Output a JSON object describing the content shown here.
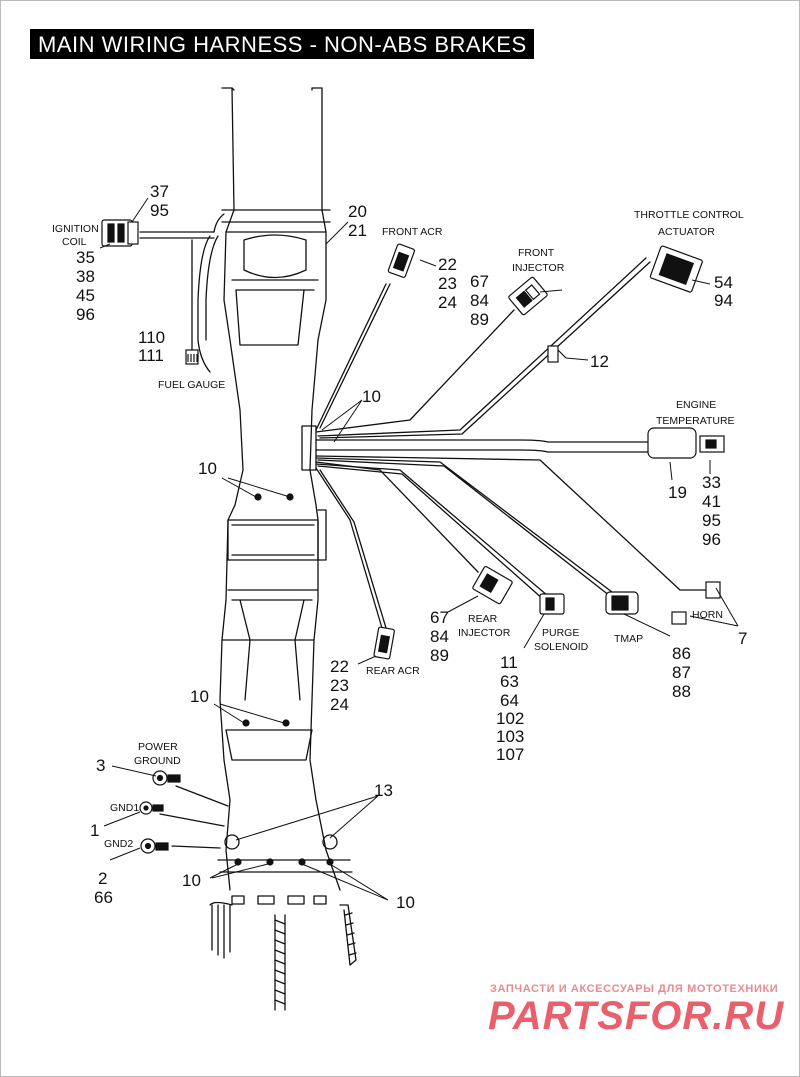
{
  "title": "MAIN WIRING HARNESS - NON-ABS BRAKES",
  "callouts": {
    "ignition_coil": {
      "label_line1": "IGNITION",
      "label_line2": "COIL",
      "refs_top": [
        "37",
        "95"
      ],
      "refs_bottom": [
        "35",
        "38",
        "45",
        "96"
      ]
    },
    "fuel_gauge": {
      "label": "FUEL GAUGE",
      "refs": [
        "110",
        "111"
      ]
    },
    "frame_clip": {
      "refs": [
        "20",
        "21"
      ]
    },
    "front_acr": {
      "label": "FRONT ACR",
      "refs": [
        "22",
        "23",
        "24"
      ]
    },
    "front_injector": {
      "label_line1": "FRONT",
      "label_line2": "INJECTOR",
      "refs": [
        "67",
        "84",
        "89"
      ]
    },
    "throttle_control_actuator": {
      "label_line1": "THROTTLE CONTROL",
      "label_line2": "ACTUATOR",
      "refs": [
        "54",
        "94"
      ]
    },
    "clip_12": {
      "refs": [
        "12"
      ]
    },
    "cable_strap_10": {
      "ref": "10"
    },
    "engine_temperature": {
      "label_line1": "ENGINE",
      "label_line2": "TEMPERATURE",
      "refs": [
        "33",
        "41",
        "95",
        "96"
      ],
      "ref_body": "19"
    },
    "rear_injector": {
      "label_line1": "REAR",
      "label_line2": "INJECTOR",
      "refs": [
        "67",
        "84",
        "89"
      ]
    },
    "purge_solenoid": {
      "label_line1": "PURGE",
      "label_line2": "SOLENOID",
      "refs": [
        "11",
        "63",
        "64",
        "102",
        "103",
        "107"
      ]
    },
    "tmap": {
      "label": "TMAP",
      "refs": [
        "86",
        "87",
        "88"
      ]
    },
    "horn": {
      "label": "HORN",
      "ref": "7"
    },
    "rear_acr": {
      "label": "REAR ACR",
      "refs": [
        "22",
        "23",
        "24"
      ]
    },
    "power_ground": {
      "label_line1": "POWER",
      "label_line2": "GROUND",
      "ref": "3"
    },
    "gnd1": {
      "label": "GND1",
      "ref": "1"
    },
    "gnd2": {
      "label": "GND2",
      "refs": [
        "2",
        "66"
      ]
    },
    "grommet_13": {
      "ref": "13"
    }
  },
  "watermark": {
    "top_line": "ЗАПЧАСТИ И АКСЕССУАРЫ ДЛЯ МОТОТЕХНИКИ",
    "logo": "PARTSFOR.RU"
  },
  "colors": {
    "line": "#111111",
    "title_bg": "#000000",
    "title_fg": "#ffffff",
    "watermark": "#e95f6b"
  }
}
